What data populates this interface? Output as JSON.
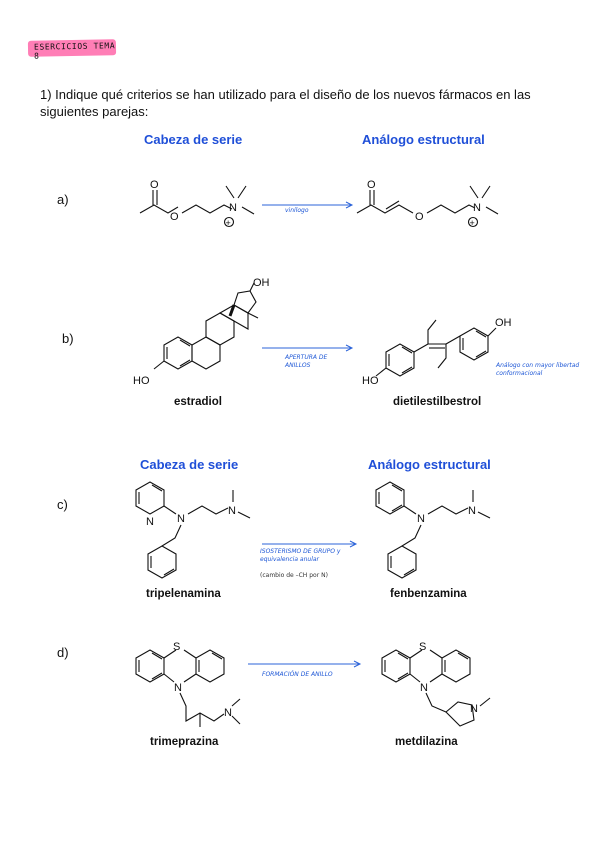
{
  "header": {
    "tag": "ESERCICIOS TEMA 8"
  },
  "question": {
    "text": "1)  Indique qué criterios se han utilizado para el diseño de los nuevos fármacos en las siguientes parejas:"
  },
  "columns": {
    "top": {
      "left": "Cabeza de serie",
      "right": "Análogo estructural"
    },
    "bottom": {
      "left": "Cabeza de serie",
      "right": "Análogo estructural"
    }
  },
  "pairs": [
    {
      "label": "a)",
      "left_name": "",
      "right_name": "",
      "criterion": "vinílogo",
      "note": ""
    },
    {
      "label": "b)",
      "left_name": "estradiol",
      "right_name": "dietilestilbestrol",
      "criterion": "APERTURA DE ANILLOS",
      "note": "Análogo con mayor libertad conformacional"
    },
    {
      "label": "c)",
      "left_name": "tripelenamina",
      "right_name": "fenbenzamina",
      "criterion": "ISOSTERISMO DE GRUPO y equivalencia anular",
      "note": "(cambio de –CH por N)"
    },
    {
      "label": "d)",
      "left_name": "trimeprazina",
      "right_name": "metdilazina",
      "criterion": "FORMACIÓN DE ANILLO",
      "note": ""
    }
  ],
  "atoms": {
    "O": "O",
    "N": "N",
    "OH": "OH",
    "HO": "HO",
    "S": "S",
    "plus": "+"
  },
  "colors": {
    "accent": "#1f4fd8",
    "tag": "#ff7eb6",
    "handwriting": "#1f58d6"
  }
}
